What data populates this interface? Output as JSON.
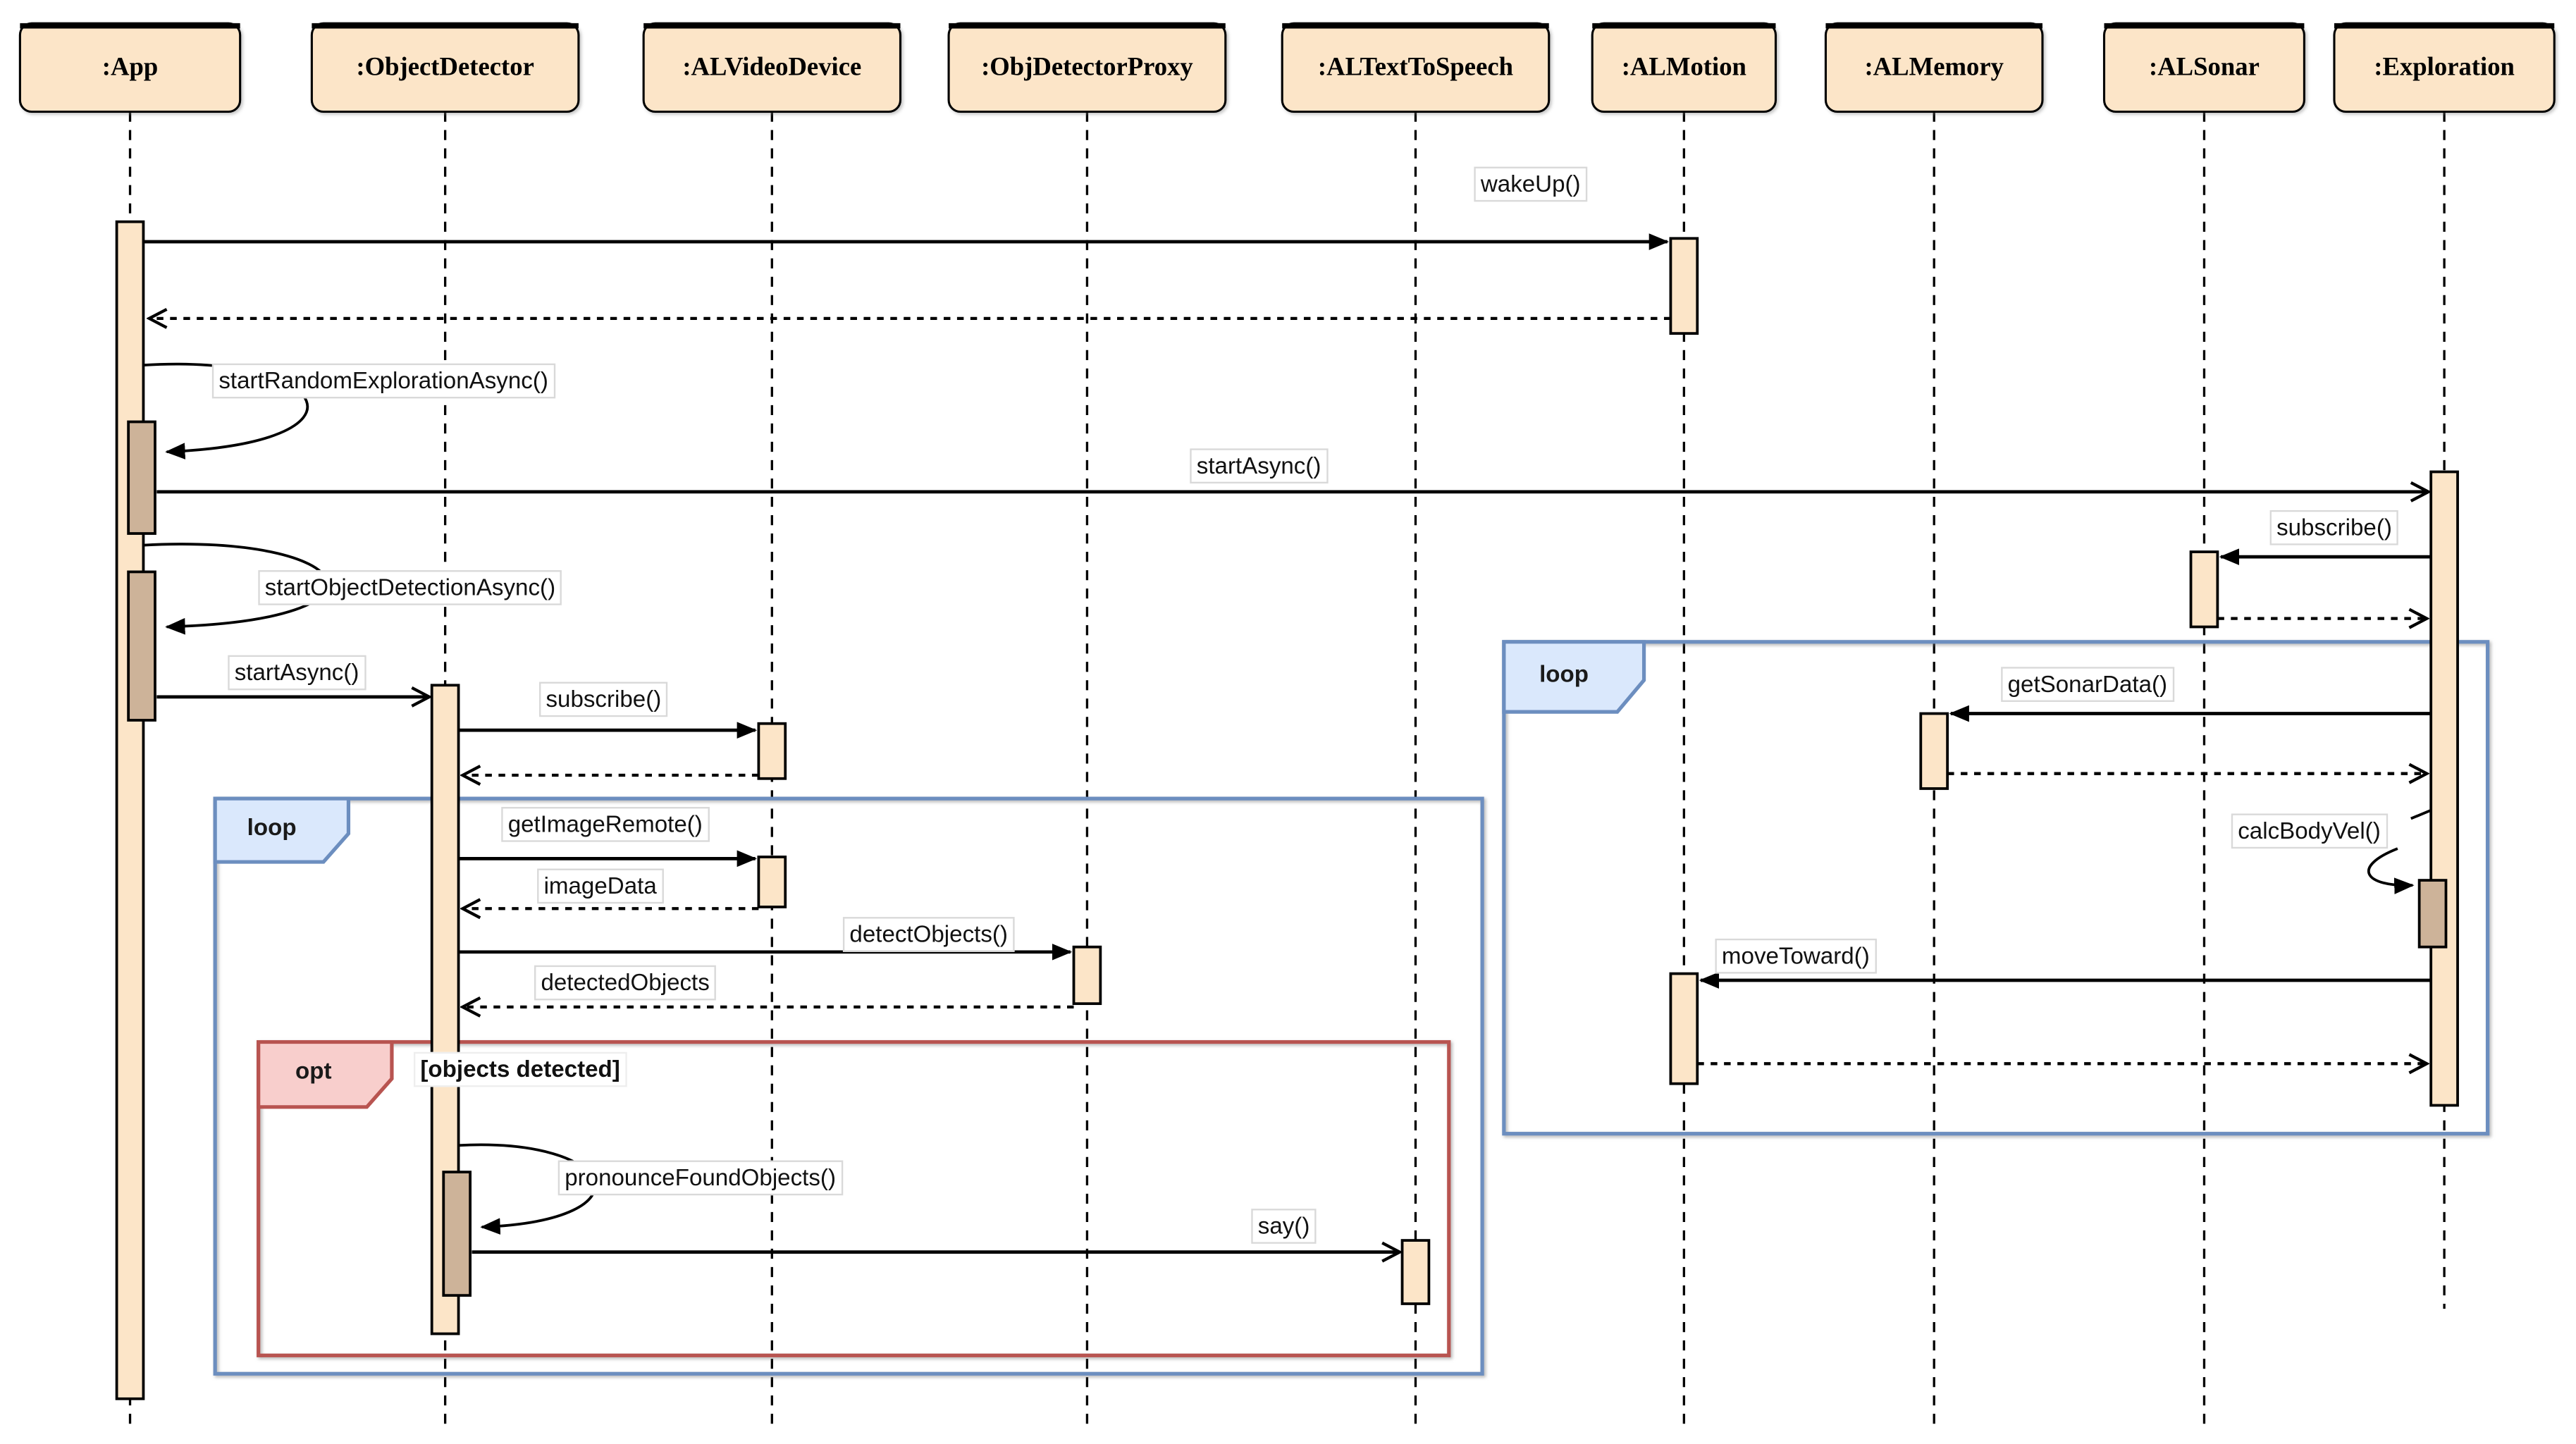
{
  "diagram": {
    "type": "uml-sequence-diagram",
    "colors": {
      "object_fill": "#fce5c8",
      "activation_fill": "#fce5c8",
      "nested_activation_fill": "#cdb399",
      "loop_frame_stroke": "#6c8ebf",
      "loop_label_fill": "#dae8fc",
      "opt_frame_stroke": "#b85450",
      "opt_label_fill": "#f8cecc",
      "line_color": "#000000",
      "label_background": "#ffffff"
    }
  },
  "lifelines": [
    {
      "name": ":App"
    },
    {
      "name": ":ObjectDetector"
    },
    {
      "name": ":ALVideoDevice"
    },
    {
      "name": ":ObjDetectorProxy"
    },
    {
      "name": ":ALTextToSpeech"
    },
    {
      "name": ":ALMotion"
    },
    {
      "name": ":ALMemory"
    },
    {
      "name": ":ALSonar"
    },
    {
      "name": ":Exploration"
    }
  ],
  "fragments": {
    "loop_left": {
      "operator": "loop"
    },
    "opt": {
      "operator": "opt",
      "guard": "[objects detected]"
    },
    "loop_right": {
      "operator": "loop"
    }
  },
  "messages": {
    "wakeUp": {
      "label": "wakeUp()",
      "from": ":App",
      "to": ":ALMotion",
      "kind": "sync"
    },
    "startRandomExplorationAsync": {
      "label": "startRandomExplorationAsync()",
      "from": ":App",
      "to": ":App",
      "kind": "self"
    },
    "startAsyncExploration": {
      "label": "startAsync()",
      "from": ":App",
      "to": ":Exploration",
      "kind": "async"
    },
    "subscribeSonar": {
      "label": "subscribe()",
      "from": ":Exploration",
      "to": ":ALSonar",
      "kind": "sync"
    },
    "startObjectDetectionAsync": {
      "label": "startObjectDetectionAsync()",
      "from": ":App",
      "to": ":App",
      "kind": "self"
    },
    "startAsyncObjectDetector": {
      "label": "startAsync()",
      "from": ":App",
      "to": ":ObjectDetector",
      "kind": "async"
    },
    "subscribeVideo": {
      "label": "subscribe()",
      "from": ":ObjectDetector",
      "to": ":ALVideoDevice",
      "kind": "sync"
    },
    "getImageRemote": {
      "label": "getImageRemote()",
      "from": ":ObjectDetector",
      "to": ":ALVideoDevice",
      "kind": "sync"
    },
    "imageData": {
      "label": "imageData",
      "from": ":ALVideoDevice",
      "to": ":ObjectDetector",
      "kind": "return"
    },
    "detectObjects": {
      "label": "detectObjects()",
      "from": ":ObjectDetector",
      "to": ":ObjDetectorProxy",
      "kind": "sync"
    },
    "detectedObjects": {
      "label": "detectedObjects",
      "from": ":ObjDetectorProxy",
      "to": ":ObjectDetector",
      "kind": "return"
    },
    "pronounceFoundObjects": {
      "label": "pronounceFoundObjects()",
      "from": ":ObjectDetector",
      "to": ":ObjectDetector",
      "kind": "self"
    },
    "say": {
      "label": "say()",
      "from": ":ObjectDetector",
      "to": ":ALTextToSpeech",
      "kind": "async"
    },
    "getSonarData": {
      "label": "getSonarData()",
      "from": ":Exploration",
      "to": ":ALMemory",
      "kind": "sync"
    },
    "calcBodyVel": {
      "label": "calcBodyVel()",
      "from": ":Exploration",
      "to": ":Exploration",
      "kind": "self"
    },
    "moveToward": {
      "label": "moveToward()",
      "from": ":Exploration",
      "to": ":ALMotion",
      "kind": "sync"
    }
  }
}
